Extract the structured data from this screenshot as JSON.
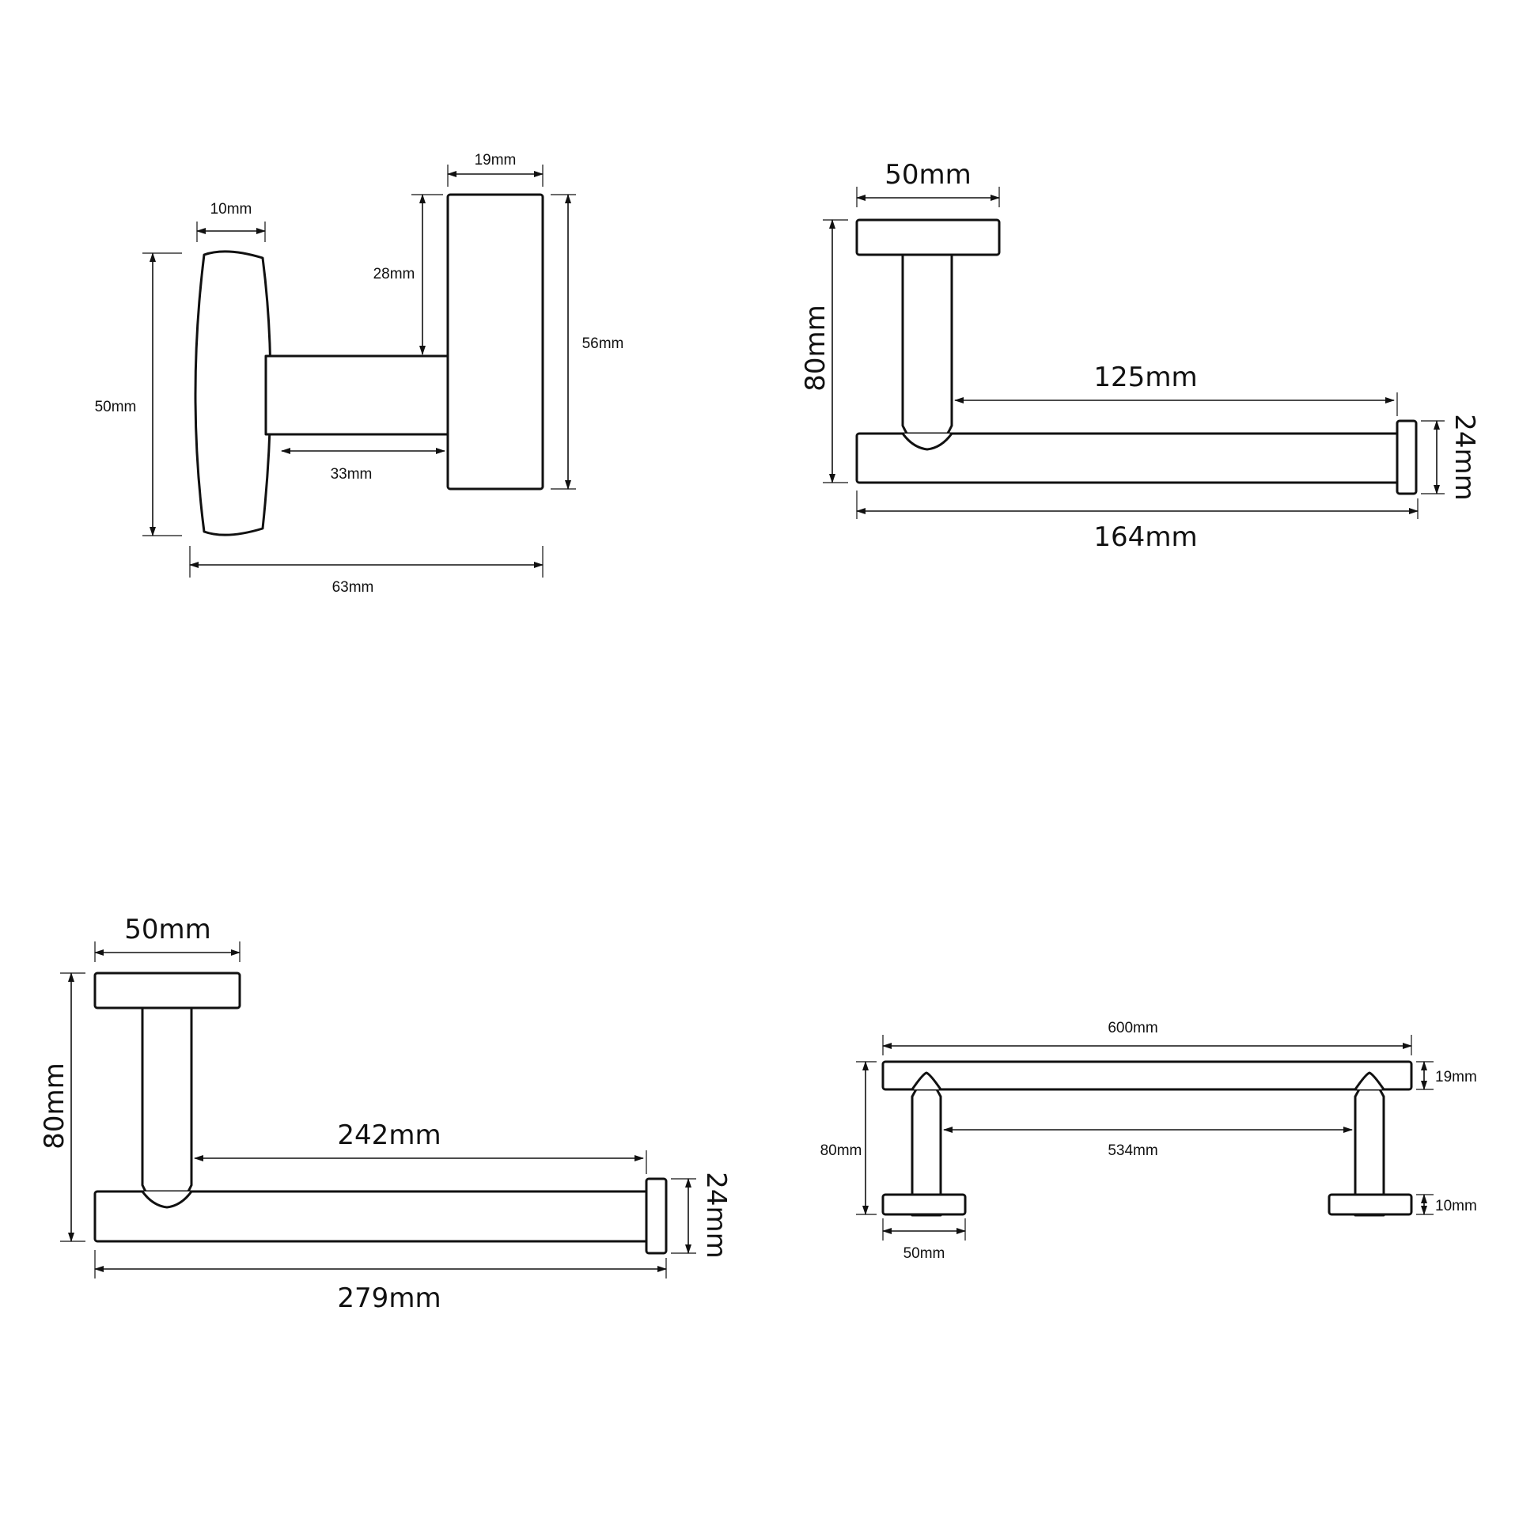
{
  "colors": {
    "line": "#111111",
    "background": "#ffffff"
  },
  "views": {
    "robe_hook": {
      "top_width": "19mm",
      "plate_thickness": "10mm",
      "arm_offset": "28mm",
      "plate_height": "50mm",
      "hook_height": "56mm",
      "arm_length": "33mm",
      "overall_depth": "63mm"
    },
    "short_holder": {
      "base_width": "50mm",
      "height": "80mm",
      "bar_length": "125mm",
      "end_cap": "24mm",
      "overall_length": "164mm"
    },
    "long_holder": {
      "base_width": "50mm",
      "height": "80mm",
      "bar_length": "242mm",
      "end_cap": "24mm",
      "overall_length": "279mm"
    },
    "towel_bar": {
      "overall_length": "600mm",
      "bar_thickness": "19mm",
      "height": "80mm",
      "inner_length": "534mm",
      "base_thickness": "10mm",
      "base_width": "50mm"
    }
  }
}
